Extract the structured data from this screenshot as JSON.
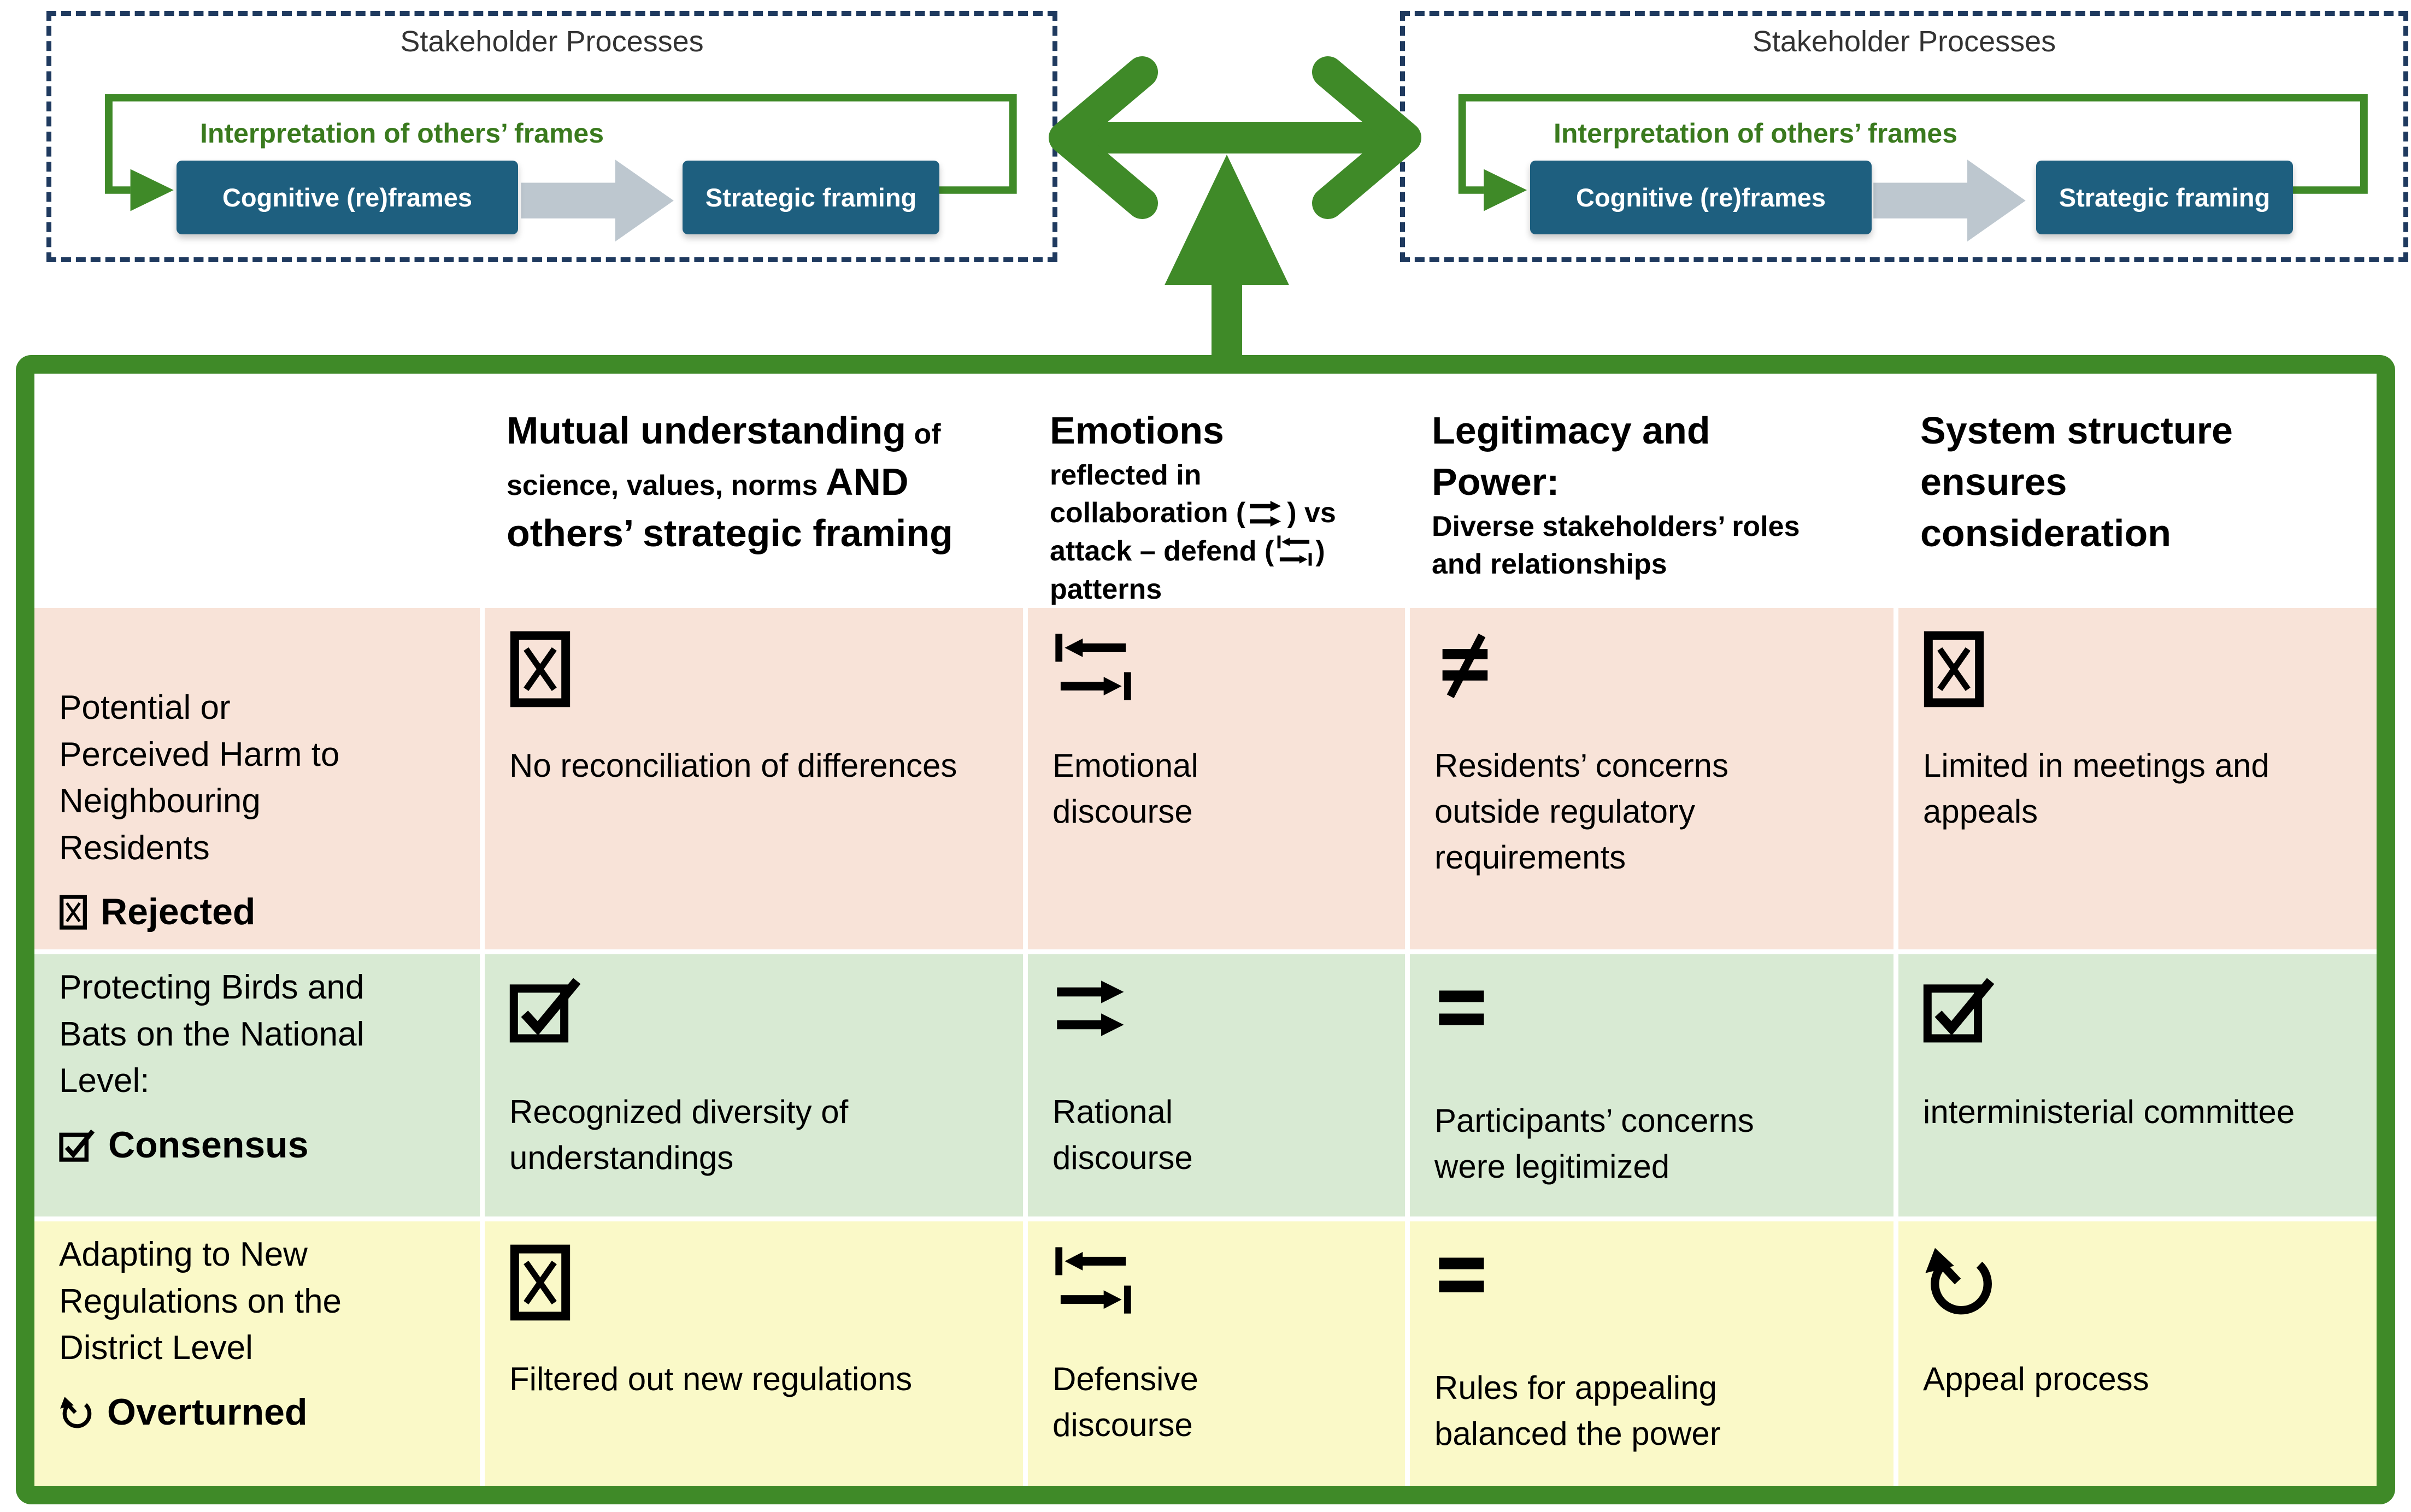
{
  "colors": {
    "green": "#3F8A28",
    "dark_green": "#3A7A1E",
    "navy": "#1F3A5F",
    "teal": "#1E5F7F",
    "gray_arrow": "#BDC7CF",
    "row_pink": "#F8E3D8",
    "row_green": "#D8EAD3",
    "row_yellow": "#FAF9C8"
  },
  "stakeholder_process": {
    "title": "Stakeholder Processes",
    "loop_label": "Interpretation of others’ frames",
    "cognitive_box": "Cognitive (re)frames",
    "strategic_box": "Strategic framing"
  },
  "table": {
    "headers": [
      {
        "id": "mutual-understanding",
        "segments": [
          [
            "big",
            "Mutual understanding"
          ],
          [
            "small",
            " of"
          ],
          [
            "br",
            ""
          ],
          [
            "small",
            "science, values, norms "
          ],
          [
            "big",
            "AND"
          ],
          [
            "br",
            ""
          ],
          [
            "big",
            "others’ strategic framing"
          ]
        ]
      },
      {
        "id": "emotions",
        "segments": [
          [
            "big",
            "Emotions"
          ],
          [
            "br",
            ""
          ],
          [
            "small",
            "reflected in"
          ],
          [
            "br",
            ""
          ],
          [
            "small",
            "collaboration ("
          ],
          [
            "micon",
            "collab"
          ],
          [
            "small",
            ") vs"
          ],
          [
            "br",
            ""
          ],
          [
            "small",
            "attack – defend ("
          ],
          [
            "micon",
            "attack-defend"
          ],
          [
            "small",
            ")"
          ],
          [
            "br",
            ""
          ],
          [
            "small",
            "patterns"
          ]
        ]
      },
      {
        "id": "legitimacy-power",
        "segments": [
          [
            "big",
            "Legitimacy and"
          ],
          [
            "br",
            ""
          ],
          [
            "big",
            "Power:"
          ],
          [
            "br",
            ""
          ],
          [
            "small",
            "Diverse stakeholders’ roles"
          ],
          [
            "br",
            ""
          ],
          [
            "small",
            "and relationships"
          ]
        ]
      },
      {
        "id": "system-structure",
        "segments": [
          [
            "big",
            "System structure"
          ],
          [
            "br",
            ""
          ],
          [
            "big",
            "ensures"
          ],
          [
            "br",
            ""
          ],
          [
            "big",
            "consideration"
          ]
        ]
      }
    ],
    "rows": [
      {
        "bg": "pink",
        "label_lines": [
          "Potential or",
          "Perceived Harm to",
          "Neighbouring",
          "Residents"
        ],
        "status_icon": "ballot-x",
        "status_label": "Rejected",
        "cells": [
          {
            "icon": "ballot-x",
            "text": "No reconciliation of differences"
          },
          {
            "icon": "attack-defend",
            "text": "Emotional discourse"
          },
          {
            "icon": "not-equal",
            "text": "Residents’ concerns outside regulatory requirements"
          },
          {
            "icon": "ballot-x",
            "text": "Limited in meetings and appeals"
          }
        ]
      },
      {
        "bg": "green",
        "label_lines": [
          "Protecting Birds and",
          "Bats on the National",
          "Level:"
        ],
        "status_icon": "ballot-check",
        "status_label": "Consensus",
        "cells": [
          {
            "icon": "ballot-check",
            "text": "Recognized diversity of understandings"
          },
          {
            "icon": "collab",
            "text": "Rational discourse"
          },
          {
            "icon": "equal",
            "text": "Participants’ concerns were legitimized"
          },
          {
            "icon": "ballot-check",
            "text": "interministerial committee"
          }
        ]
      },
      {
        "bg": "yellow",
        "label_lines": [
          "Adapting to New",
          "Regulations on the",
          "District Level"
        ],
        "status_icon": "ccw-arrow",
        "status_label": "Overturned",
        "cells": [
          {
            "icon": "ballot-x",
            "text": "Filtered out new regulations"
          },
          {
            "icon": "attack-defend",
            "text": "Defensive discourse"
          },
          {
            "icon": "equal",
            "text": "Rules for appealing balanced the power"
          },
          {
            "icon": "ccw-arrow",
            "text": "Appeal process"
          }
        ]
      }
    ]
  }
}
